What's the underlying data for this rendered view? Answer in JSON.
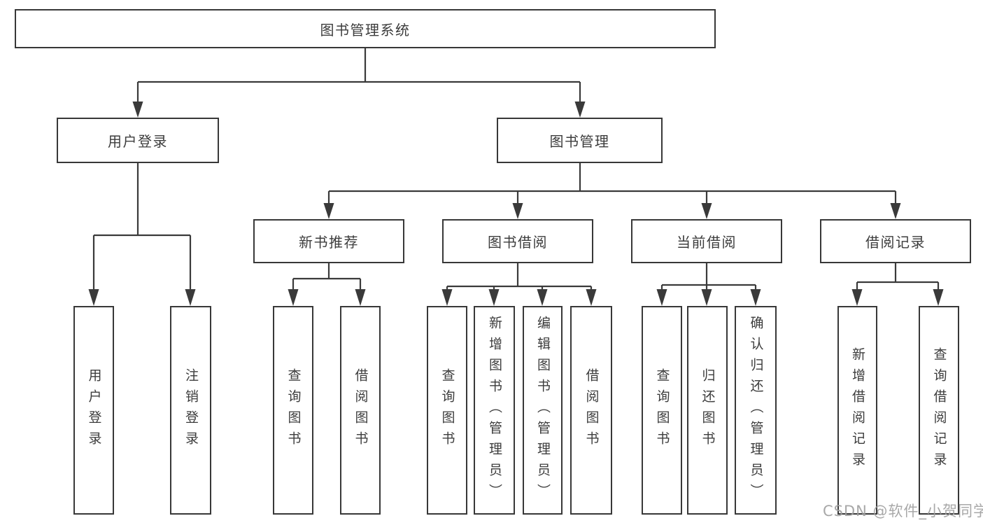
{
  "root": {
    "label": "图书管理系统"
  },
  "login": {
    "label": "用户登录",
    "children": [
      {
        "label": "用户登录"
      },
      {
        "label": "注销登录"
      }
    ]
  },
  "mgmt": {
    "label": "图书管理",
    "sections": [
      {
        "label": "新书推荐",
        "children": [
          {
            "label": "查询图书"
          },
          {
            "label": "借阅图书"
          }
        ]
      },
      {
        "label": "图书借阅",
        "children": [
          {
            "label": "查询图书"
          },
          {
            "label": "新增图书（管理员）"
          },
          {
            "label": "编辑图书（管理员）"
          },
          {
            "label": "借阅图书"
          }
        ]
      },
      {
        "label": "当前借阅",
        "children": [
          {
            "label": "查询图书"
          },
          {
            "label": "归还图书"
          },
          {
            "label": "确认归还（管理员）"
          }
        ]
      },
      {
        "label": "借阅记录",
        "children": [
          {
            "label": "新增借阅记录"
          },
          {
            "label": "查询借阅记录"
          }
        ]
      }
    ]
  },
  "watermark": {
    "text": "CSDN @软件_小贺同学"
  },
  "colors": {
    "line": "#3a3a3a",
    "border": "#383838",
    "text": "#3c3c3c",
    "watermark": "#9e9e9e",
    "background": "#ffffff"
  }
}
